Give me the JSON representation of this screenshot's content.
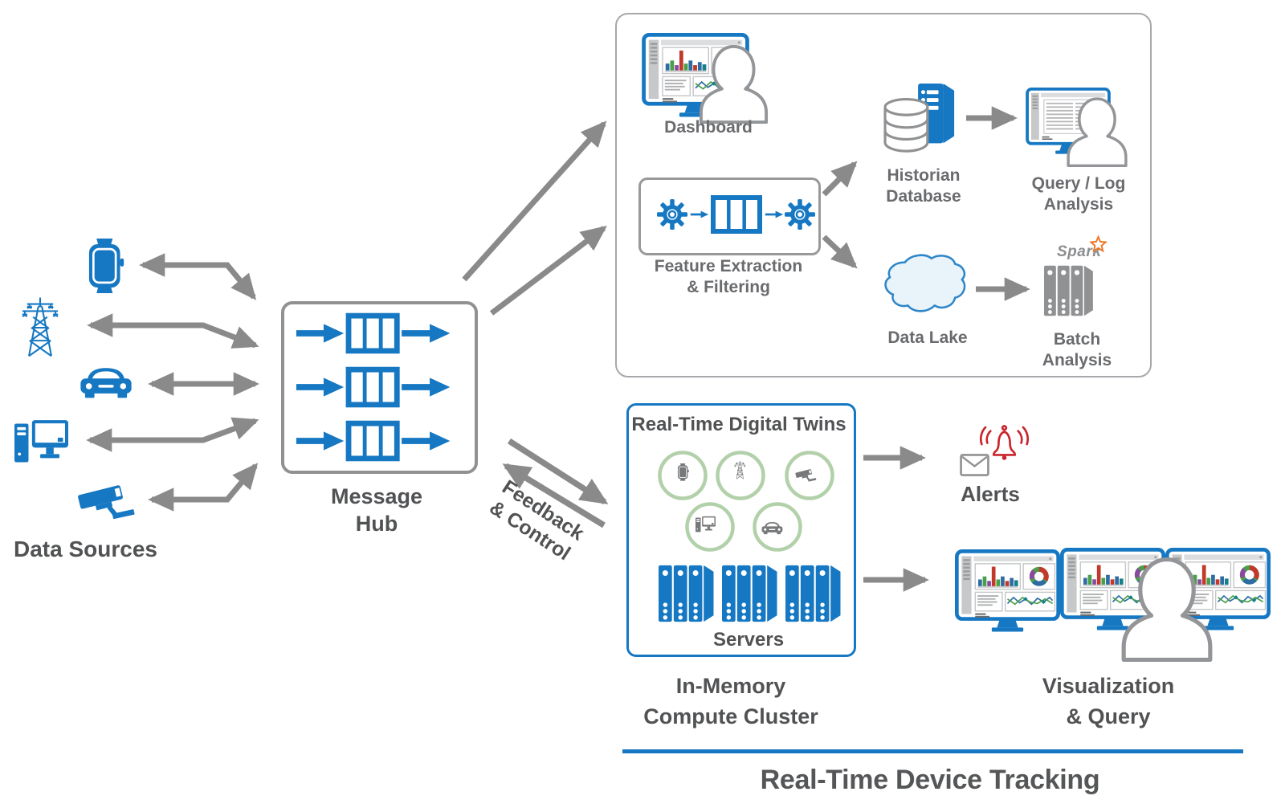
{
  "colors": {
    "accent_blue": "#1678c2",
    "arrow_gray": "#8a8a8a",
    "label_gray": "#6a6b6e",
    "dark_label_gray": "#515254",
    "alert_red": "#c9252c",
    "twin_ring_green": "#b2d1aa",
    "spark_orange": "#ee7623",
    "lake_fill": "#e9f3fa"
  },
  "nodes": {
    "data_sources": {
      "label": "Data Sources"
    },
    "message_hub": {
      "line1": "Message",
      "line2": "Hub"
    },
    "dashboard": {
      "label": "Dashboard"
    },
    "feature_extraction": {
      "line1": "Feature Extraction",
      "line2": "& Filtering"
    },
    "historian_database": {
      "line1": "Historian",
      "line2": "Database"
    },
    "query_log_analysis": {
      "line1": "Query / Log",
      "line2": "Analysis"
    },
    "data_lake": {
      "label": "Data Lake"
    },
    "batch_analysis": {
      "line1": "Batch",
      "line2": "Analysis",
      "logo_text": "Spark"
    },
    "digital_twins": {
      "title": "Real-Time Digital Twins",
      "servers_label": "Servers"
    },
    "in_memory_cluster": {
      "line1": "In-Memory",
      "line2": "Compute Cluster"
    },
    "alerts": {
      "label": "Alerts"
    },
    "visualization": {
      "line1": "Visualization",
      "line2": "& Query"
    },
    "feedback_control": {
      "line1": "Feedback",
      "line2": "& Control"
    }
  },
  "footer": {
    "title": "Real-Time Device Tracking"
  },
  "icons": [
    "smartwatch-icon",
    "power-tower-icon",
    "car-icon",
    "desktop-computer-icon",
    "security-camera-icon",
    "message-queue-icon",
    "gear-icon",
    "dashboard-monitor-icon",
    "person-silhouette-icon",
    "database-cylinder-icon",
    "data-lake-icon",
    "server-rack-icon",
    "log-monitor-icon",
    "envelope-icon",
    "alert-bell-icon",
    "spark-star-icon"
  ]
}
